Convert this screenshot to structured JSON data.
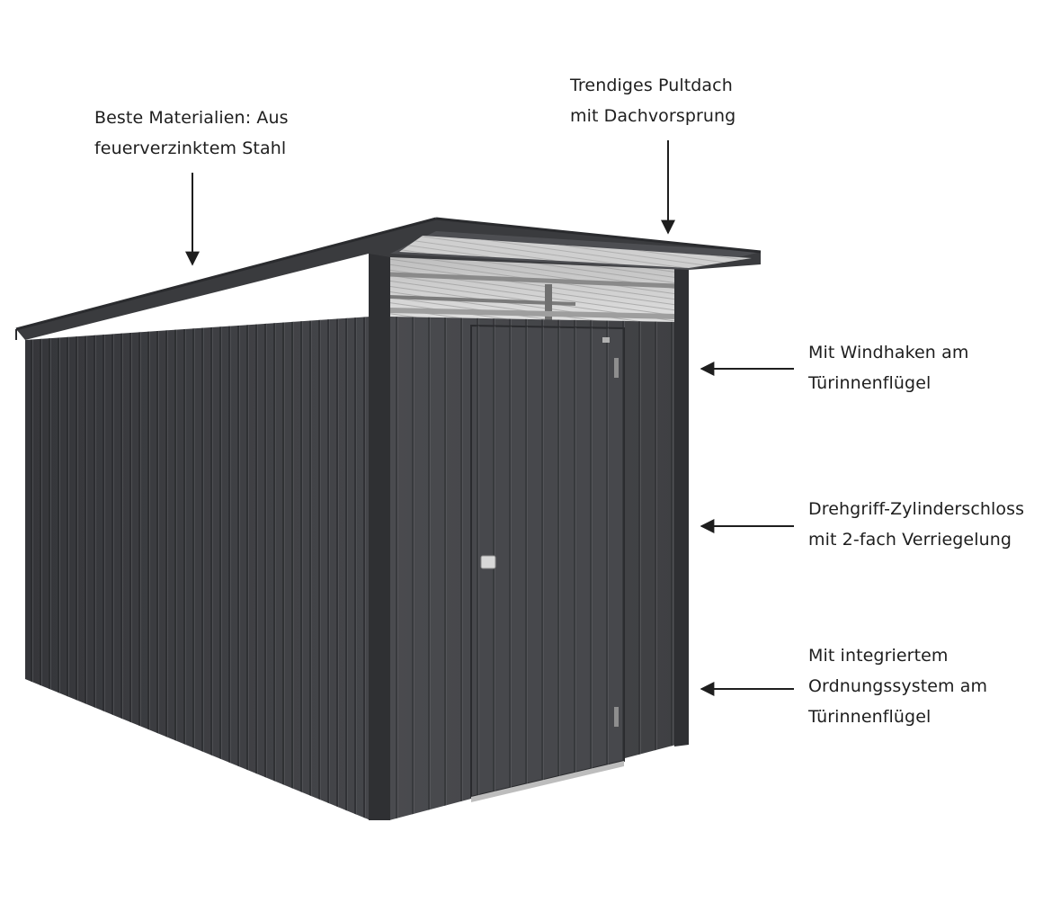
{
  "annotations": {
    "materials": {
      "line1": "Beste Materialien: Aus",
      "line2": "feuerverzinktem Stahl"
    },
    "roof": {
      "line1": "Trendiges Pultdach",
      "line2": "mit Dachvorsprung"
    },
    "wind_hook": {
      "line1": "Mit Windhaken am",
      "line2": "Türinnenflügel"
    },
    "lock": {
      "line1": "Drehgriff-Zylinderschloss",
      "line2": "mit 2-fach Verriegelung"
    },
    "storage": {
      "line1": "Mit integriertem",
      "line2": "Ordnungssystem am",
      "line3": "Türinnenflügel"
    }
  },
  "colors": {
    "shed_side": "#3e3f42",
    "shed_front": "#46474a",
    "shed_dark": "#2c2d30",
    "roof_underside": "#c9c9c9",
    "text": "#1e1e1e",
    "arrow": "#1e1e1e"
  }
}
